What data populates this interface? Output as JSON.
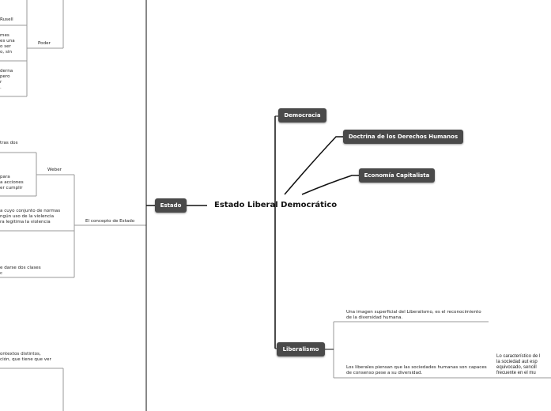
{
  "central": {
    "title": "Estado Liberal Democrático"
  },
  "nodes": {
    "estado": "Estado",
    "democracia": "Democracia",
    "doctrina": "Doctrina de los Derechos Humanos",
    "economia": "Economía Capitalista",
    "liberalismo": "Liberalismo"
  },
  "left": {
    "russell": "Rusell",
    "poder": "Poder",
    "poder_texts": [
      [
        "mes",
        "es una",
        "o ser",
        "o, sin"
      ],
      [
        "derna",
        "pero",
        "r",
        "."
      ]
    ],
    "tras_dos": "tras dos",
    "weber": "Weber",
    "weber_text": [
      "para",
      "a acciones",
      "er cumplir"
    ],
    "concepto": "El concepto de Estado",
    "concepto_text": [
      "a cuyo conjunto de normas",
      "ngún uso de la violencia",
      "ra legitima la violencia"
    ],
    "clases_text": [
      "e darse dos clases",
      "c"
    ],
    "bottom_text": [
      "ontextos distintos,",
      "ción, que tiene que ver"
    ]
  },
  "liberalismo": {
    "text1": [
      "Una imagen superficial del Liberalismo, es el reconocimiento",
      "de la diversidad humana."
    ],
    "text2": [
      "Los liberales piensan que las sociedades humanas son capaces",
      "de consenso pese a su diversidad."
    ],
    "text3": [
      "Lo característico de l",
      "la sociedad aut esp",
      "equivocado, sencill",
      "frecuente en el mu"
    ]
  }
}
